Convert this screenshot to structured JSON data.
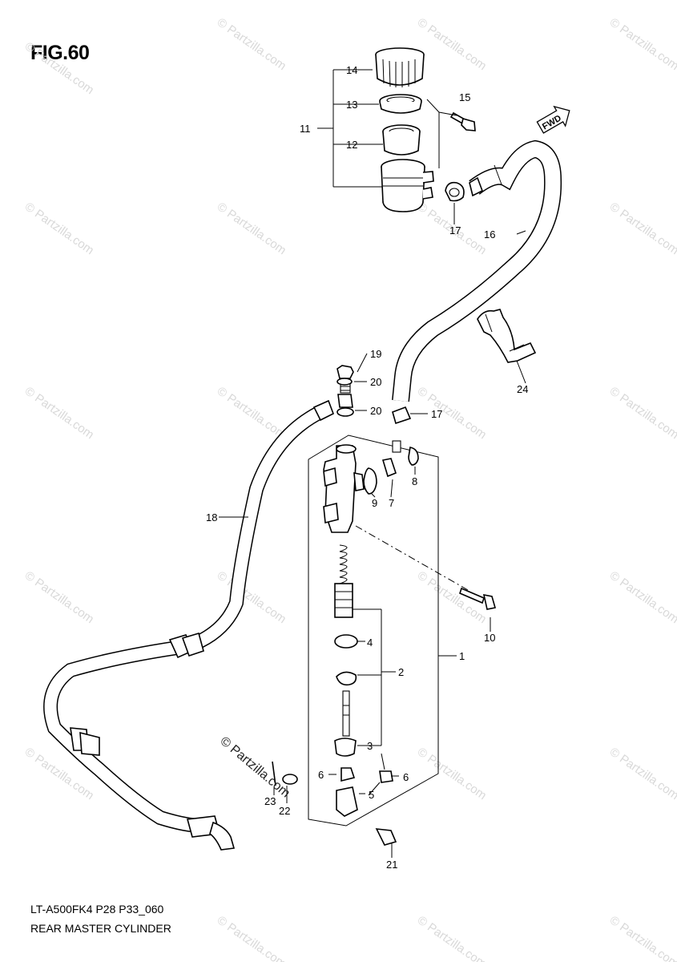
{
  "figure": {
    "title": "FIG.60"
  },
  "footer": {
    "model_code": "LT-A500FK4 P28 P33_060",
    "part_name": "REAR MASTER CYLINDER"
  },
  "watermark": {
    "text": "© Partzilla.com",
    "color": "#d9d9d9"
  },
  "stamp": {
    "text": "© Partzilla.com"
  },
  "direction_marker": {
    "label": "FWD"
  },
  "callouts": [
    "1",
    "2",
    "3",
    "4",
    "5",
    "6",
    "6",
    "7",
    "8",
    "9",
    "10",
    "11",
    "12",
    "13",
    "14",
    "15",
    "16",
    "17",
    "17",
    "18",
    "19",
    "20",
    "20",
    "21",
    "22",
    "23",
    "24"
  ]
}
